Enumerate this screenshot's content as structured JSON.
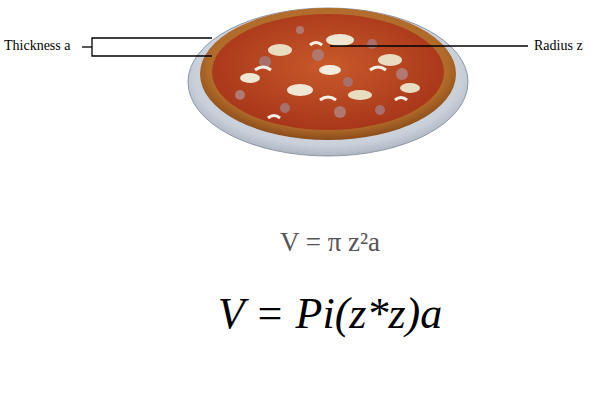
{
  "diagram": {
    "labels": [
      "Thickness a",
      "Radius z",
      "V = π z²a",
      "V = Pi(z*z)a"
    ]
  }
}
